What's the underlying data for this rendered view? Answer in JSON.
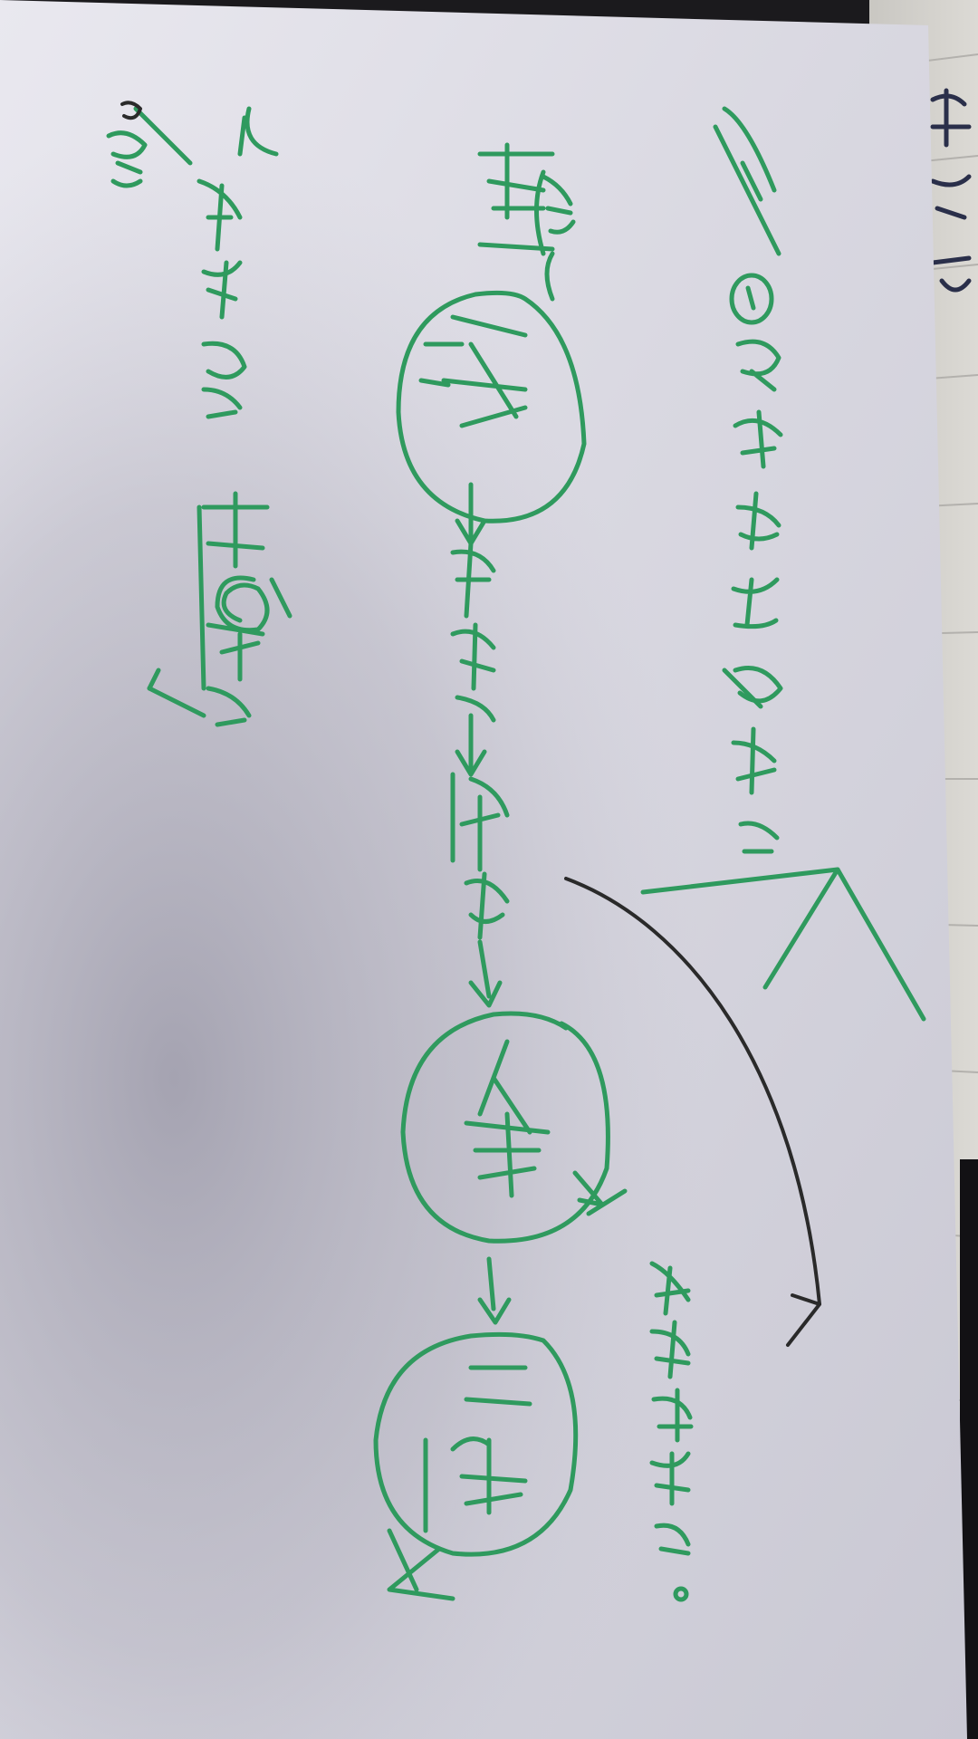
{
  "photo": {
    "subject": "handwritten-note-on-paper",
    "ink_color": "#2f9a5e",
    "dark_ink_color": "#2a2a2a",
    "paper_color": "#dedde6",
    "shadow_color": "#a6a4b2"
  },
  "note": {
    "header_mark": "①",
    "header_text": "预下单",
    "side_note": "订单",
    "label_left": "(核销)",
    "circled_step_1": "审核",
    "step_2": "财审",
    "step_3": "采购",
    "circled_step_4": "入库",
    "circled_step_5": "二审",
    "branch_note": "结算通知",
    "lower_note_1": "待付款",
    "lower_note_2": "打款",
    "corner_note": "通知"
  }
}
